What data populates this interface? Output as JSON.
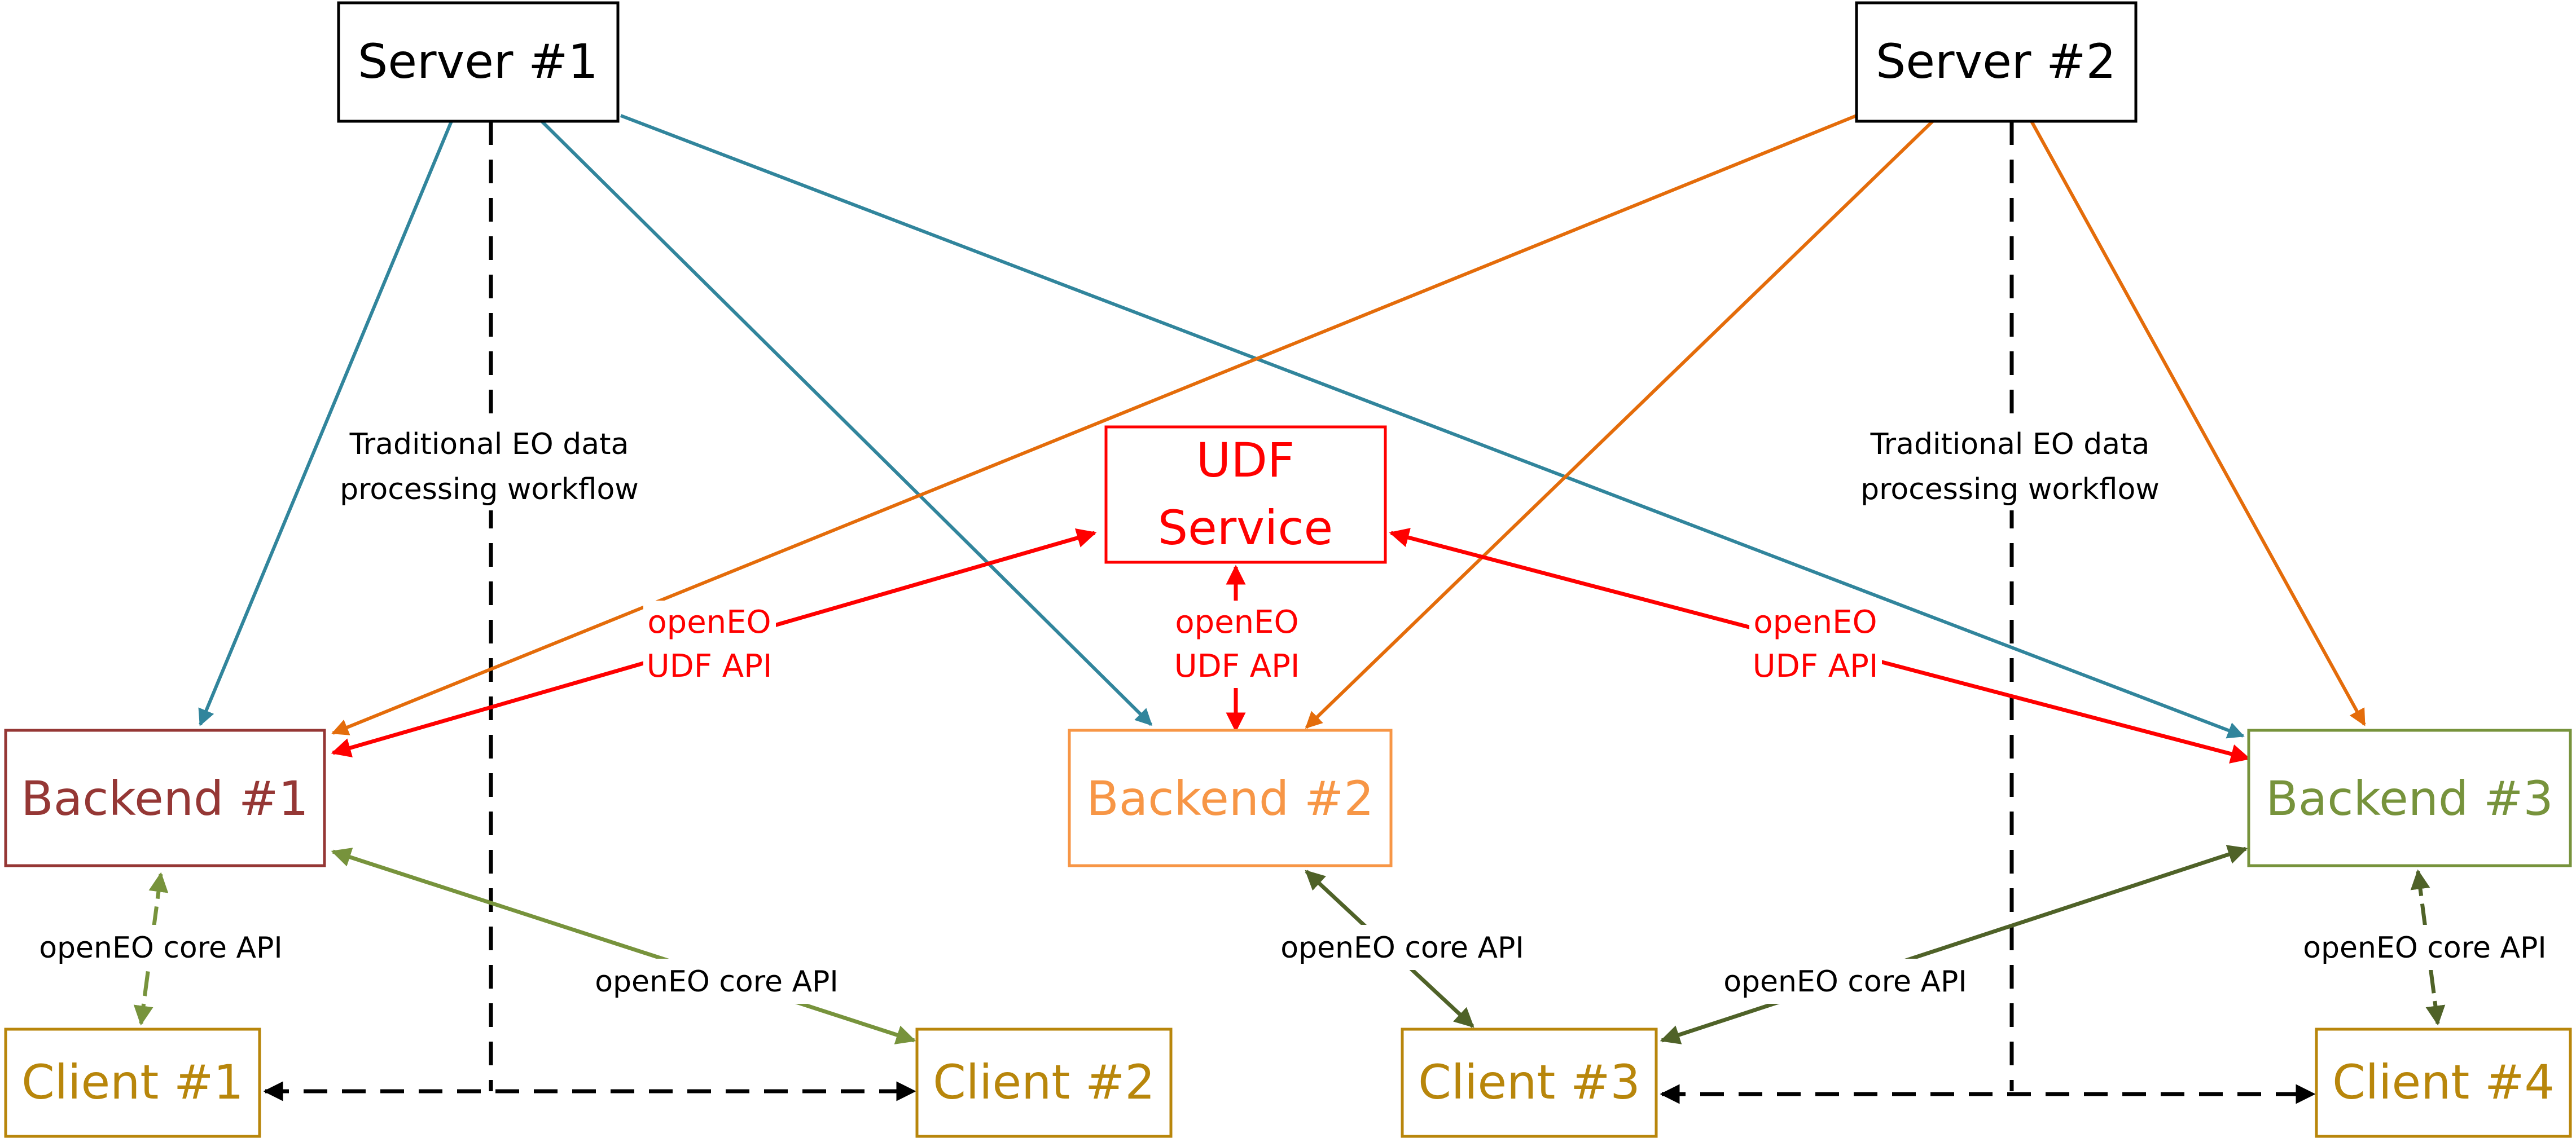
{
  "colors": {
    "server1_line": "#31859C",
    "server2_line": "#E46C0A",
    "udf": "#FF0000",
    "client_text": "#B8860B",
    "backend1": "#953735",
    "backend2": "#F79646",
    "backend3": "#77933C",
    "api_light": "#77933C",
    "api_dark": "#4F6228",
    "black": "#000000"
  },
  "nodes": {
    "server1": "Server #1",
    "server2": "Server #2",
    "udf_line1": "UDF",
    "udf_line2": "Service",
    "backend1": "Backend #1",
    "backend2": "Backend #2",
    "backend3": "Backend #3",
    "client1": "Client #1",
    "client2": "Client #2",
    "client3": "Client #3",
    "client4": "Client #4"
  },
  "labels": {
    "workflow_left_line1": "Traditional EO data",
    "workflow_left_line2": "processing workflow",
    "workflow_right_line1": "Traditional EO data",
    "workflow_right_line2": "processing workflow",
    "udf_api_left_line1": "openEO",
    "udf_api_left_line2": "UDF API",
    "udf_api_center_line1": "openEO",
    "udf_api_center_line2": "UDF API",
    "udf_api_right_line1": "openEO",
    "udf_api_right_line2": "UDF API",
    "core_api_1": "openEO core API",
    "core_api_2": "openEO core API",
    "core_api_3": "openEO core API",
    "core_api_4": "openEO core API",
    "core_api_5": "openEO core API"
  }
}
